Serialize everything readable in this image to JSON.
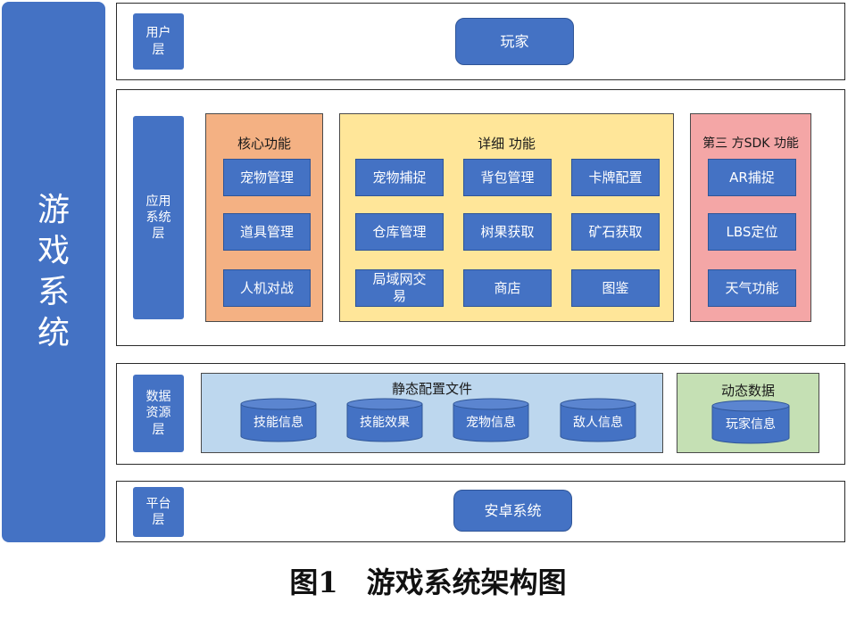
{
  "system_label": "游戏系统",
  "layers": {
    "user": {
      "label": "用户\n层",
      "items": [
        "玩家"
      ]
    },
    "app": {
      "label": "应用\n系统\n层",
      "core": {
        "title": "核心功能",
        "items": [
          "宠物管理",
          "道具管理",
          "人机对战"
        ]
      },
      "detail": {
        "title": "详细 功能",
        "items": [
          "宠物捕捉",
          "背包管理",
          "卡牌配置",
          "仓库管理",
          "树果获取",
          "矿石获取",
          "局域网交\n易",
          "商店",
          "图鉴"
        ]
      },
      "sdk": {
        "title": "第三 方SDK 功能",
        "items": [
          "AR捕捉",
          "LBS定位",
          "天气功能"
        ]
      }
    },
    "data": {
      "label": "数据\n资源\n层",
      "static": {
        "title": "静态配置文件",
        "items": [
          "技能信息",
          "技能效果",
          "宠物信息",
          "敌人信息"
        ]
      },
      "dynamic": {
        "title": "动态数据",
        "items": [
          "玩家信息"
        ]
      }
    },
    "platform": {
      "label": "平台\n层",
      "items": [
        "安卓系统"
      ]
    }
  },
  "caption": "图1　游戏系统架构图",
  "colors": {
    "blue": "#4472c4",
    "orange": "#f4b183",
    "yellow": "#ffe699",
    "pink": "#f4a6a6",
    "light_blue": "#bdd7ee",
    "light_green": "#c5e0b4"
  }
}
